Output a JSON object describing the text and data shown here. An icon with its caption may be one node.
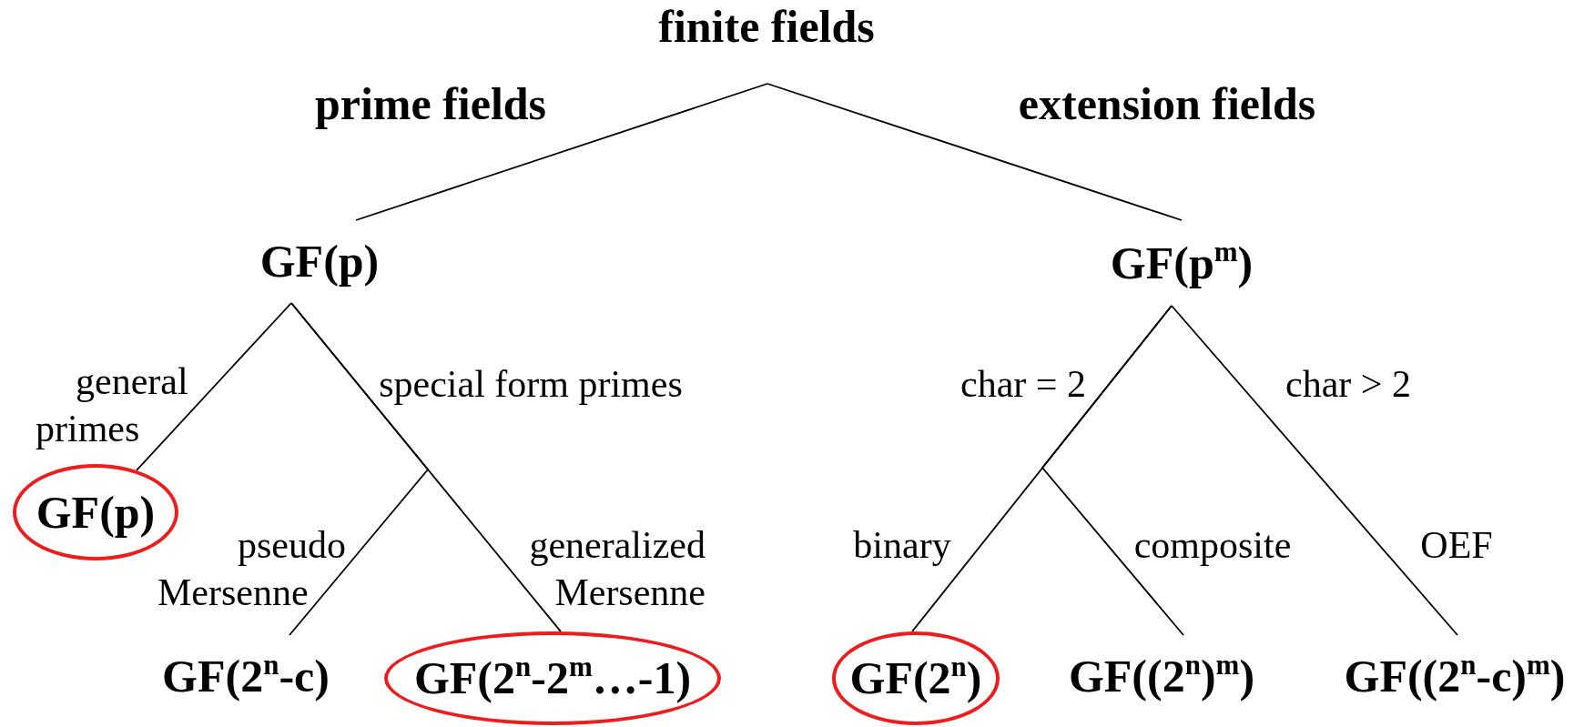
{
  "diagram": {
    "nodes": [
      {
        "text": [
          "finite fields"
        ]
      },
      {
        "text": [
          "GF(p)"
        ]
      },
      {
        "text": [
          "GF(p$^{m}$)"
        ]
      },
      {
        "text": [
          "GF(p)"
        ]
      },
      {
        "text": [
          "GF(2$^{n}$-c)"
        ]
      },
      {
        "text": [
          "GF(2$^{n}$-2$^{m}$…-1)"
        ]
      },
      {
        "text": [
          "GF(2$^{n}$)"
        ]
      },
      {
        "text": [
          "GF((2$^{n}$)$^{m}$)"
        ]
      },
      {
        "text": [
          "GF((2$^{n}$-c)$^{m}$)"
        ]
      }
    ],
    "edges": [
      {
        "from": 0,
        "to": 1,
        "arrow": "none",
        "label": "prime fields"
      },
      {
        "from": 0,
        "to": 2,
        "arrow": "none",
        "label": "extension fields"
      },
      {
        "from": 1,
        "to": 3,
        "arrow": "none",
        "label": "general primes"
      },
      {
        "from": 1,
        "to": 4,
        "arrow": "none",
        "label": "pseudo Mersenne"
      },
      {
        "from": 1,
        "to": 5,
        "arrow": "none",
        "label": "generalized Mersenne"
      },
      {
        "from": 2,
        "to": 6,
        "arrow": "none",
        "label": "binary"
      },
      {
        "from": 2,
        "to": 7,
        "arrow": "none",
        "label": "composite"
      },
      {
        "from": 2,
        "to": 8,
        "arrow": "none",
        "label": "OEF"
      }
    ],
    "labels": [
      "special form primes",
      "char = 2",
      "char > 2"
    ]
  }
}
